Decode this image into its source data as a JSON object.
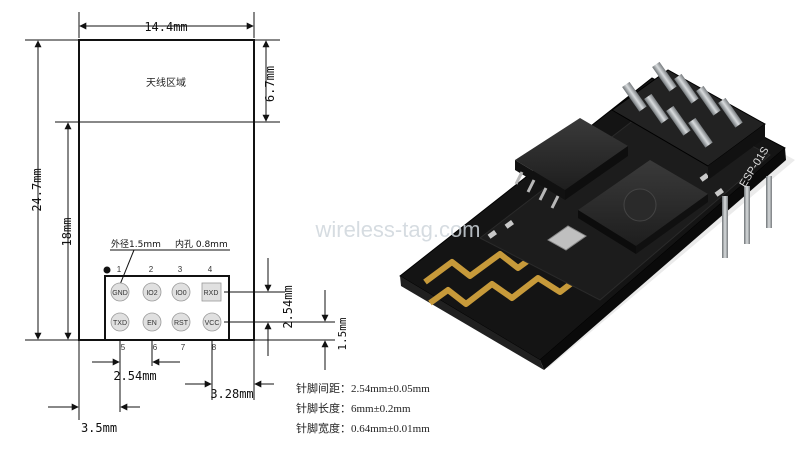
{
  "dimensions": {
    "width": "14.4mm",
    "height": "24.7mm",
    "antenna_height": "6.7mm",
    "body_height": "18mm",
    "pitch_vertical": "2.54mm",
    "pitch_horizontal": "2.54mm",
    "edge_offset": "1.5mm",
    "right_offset": "3.28mm",
    "left_offset": "3.5mm"
  },
  "antenna_label": "天线区域",
  "hole_note": {
    "outer": "外径1.5mm",
    "inner": "内孔 0.8mm"
  },
  "pin_numbers_top": [
    "1",
    "2",
    "3",
    "4"
  ],
  "pin_numbers_bottom": [
    "5",
    "6",
    "7",
    "8"
  ],
  "pins_top": [
    "GND",
    "IO2",
    "IO0",
    "RXD"
  ],
  "pins_bottom": [
    "TXD",
    "EN",
    "RST",
    "VCC"
  ],
  "specs": [
    "针脚间距：2.54mm±0.05mm",
    "针脚长度：6mm±0.2mm",
    "针脚宽度：0.64mm±0.01mm"
  ],
  "watermark": "wireless-tag.com",
  "board_silk": "ESP-01S",
  "colors": {
    "pcb": "#141414",
    "gold": "#c79a3a",
    "pin_metal": "#9fa3a6",
    "pad_fill": "#dcdcdc"
  }
}
